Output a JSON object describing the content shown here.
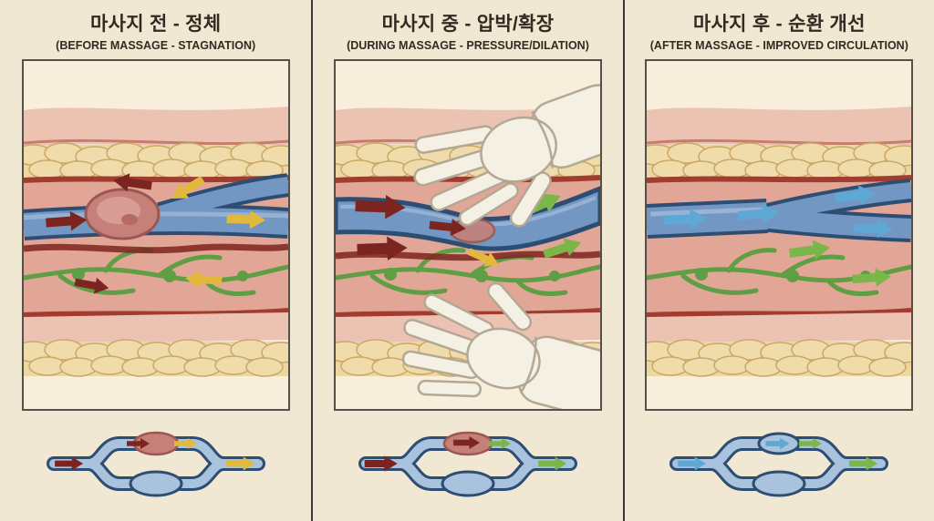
{
  "figure_title": "Massage effect on circulation - three stage medical diagram",
  "panels": [
    {
      "id": "before",
      "title_ko": "마사지 전 - 정체",
      "subtitle_en": "(BEFORE MASSAGE - STAGNATION)"
    },
    {
      "id": "during",
      "title_ko": "마사지 중 - 압박/확장",
      "subtitle_en": "(DURING MASSAGE - PRESSURE/DILATION)"
    },
    {
      "id": "after",
      "title_ko": "마사지 후 - 순환 개선",
      "subtitle_en": "(AFTER MASSAGE - IMPROVED CIRCULATION)"
    }
  ],
  "colors": {
    "background": "#f1e8d3",
    "panel_bg": "#f7efdc",
    "ink": "#332a22",
    "skin": "#ecc3b2",
    "fat": "#ecd7a0",
    "fat_blob": "#f0dcab",
    "fat_outline": "#c9a868",
    "muscle": "#e2a697",
    "artery_wall": "#a03c30",
    "artery_dark": "#7c241f",
    "vein_fill": "#7297c2",
    "vein_outline": "#2e4d73",
    "vein_light": "#9db9da",
    "lymph": "#5f9e44",
    "clot": "#c58079",
    "arrow_stagnant": "#7c241f",
    "arrow_slow": "#e3b93c",
    "arrow_fresh": "#5fa8d6",
    "arrow_lymph": "#7ab648",
    "glove": "#f4f0e4",
    "glove_outline": "#b3a894"
  }
}
